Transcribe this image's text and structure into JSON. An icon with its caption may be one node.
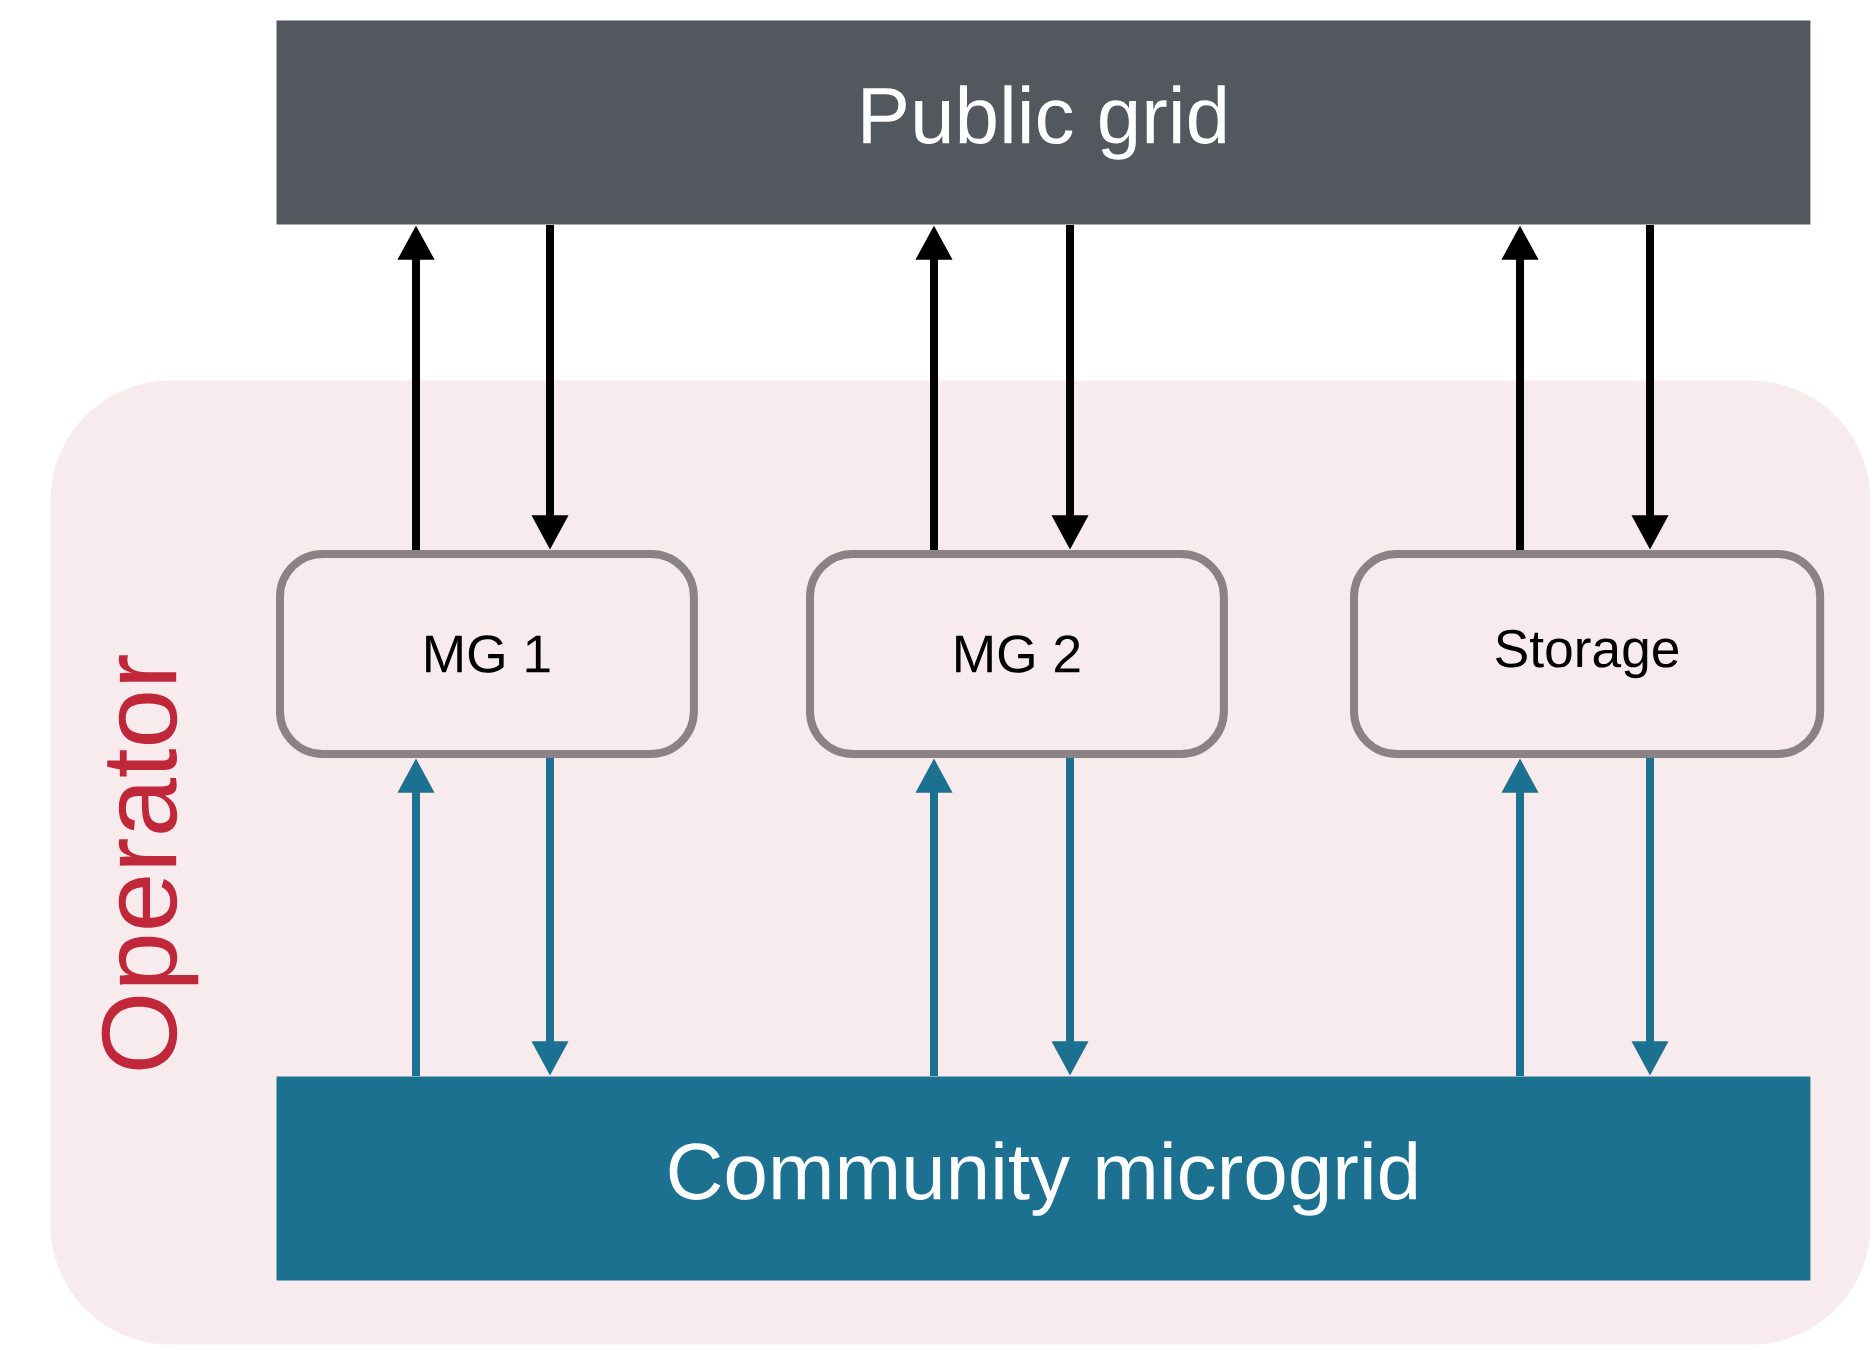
{
  "diagram": {
    "nodes": [
      {
        "text": [
          "Operator"
        ]
      },
      {
        "text": [
          "Public grid"
        ]
      },
      {
        "text": [
          "MG 1"
        ],
        "in": 0
      },
      {
        "text": [
          "MG 2"
        ],
        "in": 0
      },
      {
        "text": [
          "Storage"
        ],
        "in": 0
      },
      {
        "text": [
          "Community microgrid"
        ],
        "in": 0
      }
    ],
    "edges": [
      {
        "from": 2,
        "to": 1,
        "arrow": "to"
      },
      {
        "from": 1,
        "to": 2,
        "arrow": "to"
      },
      {
        "from": 3,
        "to": 1,
        "arrow": "to"
      },
      {
        "from": 1,
        "to": 3,
        "arrow": "to"
      },
      {
        "from": 4,
        "to": 1,
        "arrow": "to"
      },
      {
        "from": 1,
        "to": 4,
        "arrow": "to"
      },
      {
        "from": 5,
        "to": 2,
        "arrow": "to",
        "color": "#1c7191"
      },
      {
        "from": 2,
        "to": 5,
        "arrow": "to",
        "color": "#1c7191"
      },
      {
        "from": 5,
        "to": 3,
        "arrow": "to",
        "color": "#1c7191"
      },
      {
        "from": 3,
        "to": 5,
        "arrow": "to",
        "color": "#1c7191"
      },
      {
        "from": 5,
        "to": 4,
        "arrow": "to",
        "color": "#1c7191"
      },
      {
        "from": 4,
        "to": 5,
        "arrow": "to",
        "color": "#1c7191"
      }
    ]
  }
}
